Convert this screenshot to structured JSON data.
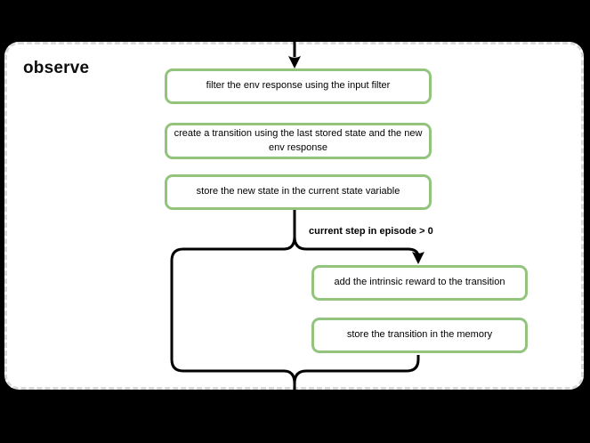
{
  "diagram": {
    "group_title": "observe",
    "condition_label": "current step in episode > 0",
    "steps": [
      {
        "id": "filter-env-response",
        "label": "filter the env response using the input filter"
      },
      {
        "id": "create-transition",
        "label": "create a transition using the last stored state and the new env response"
      },
      {
        "id": "store-new-state",
        "label": "store the new state in the current state variable"
      },
      {
        "id": "add-intrinsic-reward",
        "label": "add the intrinsic reward to the transition"
      },
      {
        "id": "store-transition",
        "label": "store the transition in the memory"
      }
    ],
    "colors": {
      "step_border": "#93c47d",
      "step_fill": "#ffffff",
      "group_fill": "#ffffff",
      "group_border": "#d9d9d9",
      "connector": "#000000",
      "text": "#000000",
      "background": "#000000"
    }
  }
}
